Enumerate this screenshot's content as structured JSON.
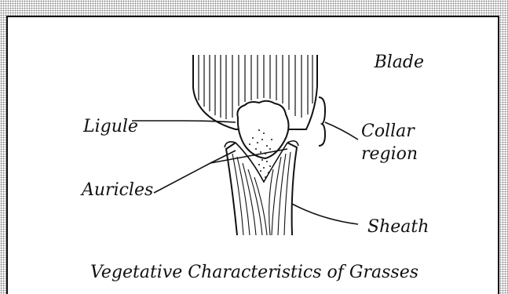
{
  "diagram": {
    "caption": "Vegetative Characteristics of Grasses",
    "labels": {
      "blade": "Blade",
      "ligule": "Ligule",
      "collar_line1": "Collar",
      "collar_line2": "region",
      "auricles": "Auricles",
      "sheath": "Sheath"
    }
  }
}
